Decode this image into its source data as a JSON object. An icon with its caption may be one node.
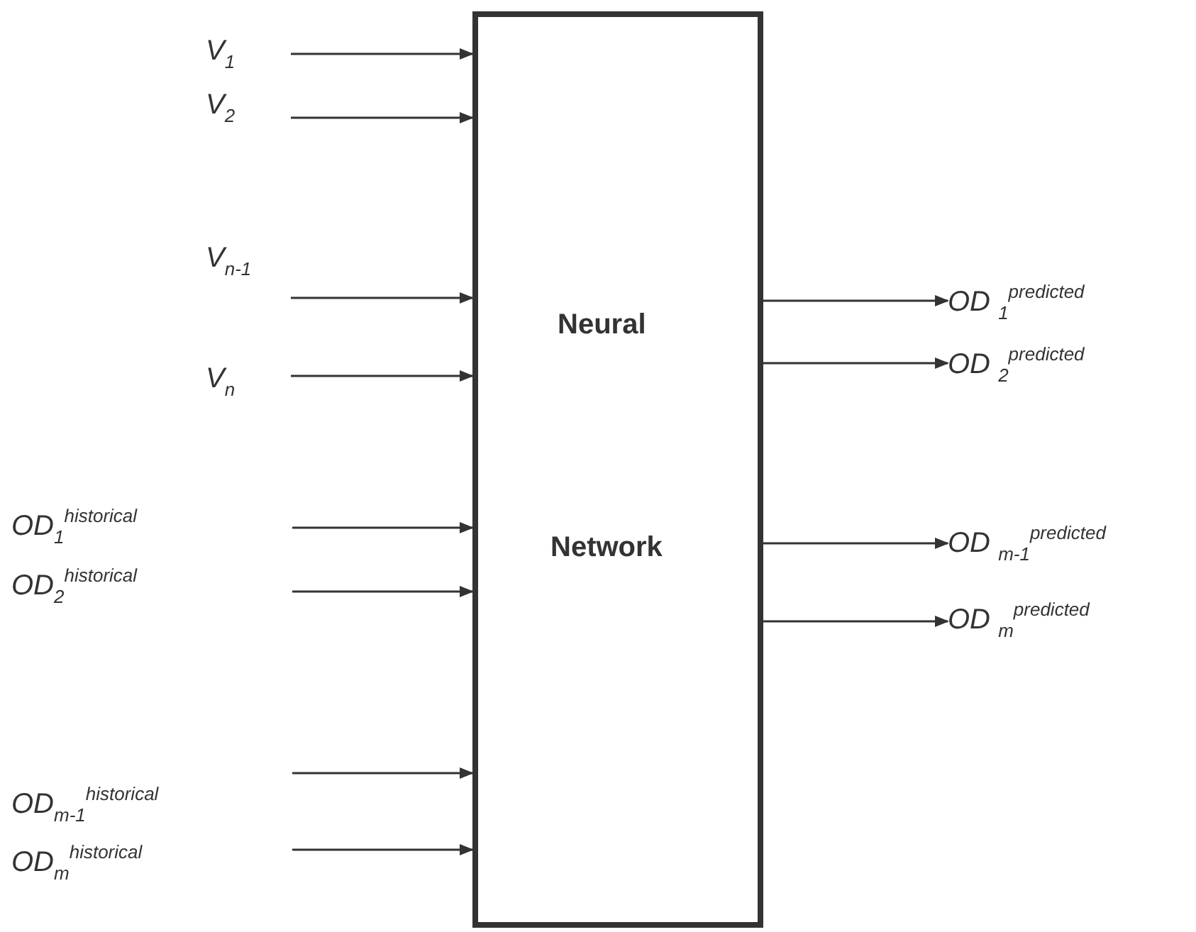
{
  "diagram": {
    "nodes": [
      {
        "text": [
          "Neural",
          "Network"
        ]
      },
      {
        "text": [
          "V$_{1}$"
        ]
      },
      {
        "text": [
          "V$_{2}$"
        ]
      },
      {
        "text": [
          "V$_{n-1}$"
        ]
      },
      {
        "text": [
          "V$_{n}$"
        ]
      },
      {
        "text": [
          "OD $_{1}$$^{predicted}$"
        ]
      },
      {
        "text": [
          "OD $_{2}$$^{predicted}$"
        ]
      },
      {
        "text": [
          "OD $_{m-1}$$^{predicted}$"
        ]
      },
      {
        "text": [
          "OD $_{m}$$^{predicted}$"
        ]
      }
    ],
    "edges": [
      {
        "from": 1,
        "to": 0,
        "arrow": "to"
      },
      {
        "from": 2,
        "to": 0,
        "arrow": "to"
      },
      {
        "from": 3,
        "to": 0,
        "arrow": "to"
      },
      {
        "from": 4,
        "to": 0,
        "arrow": "to"
      },
      {
        "from": null,
        "to": 0,
        "arrow": "to"
      },
      {
        "from": null,
        "to": 0,
        "arrow": "to"
      },
      {
        "from": null,
        "to": 0,
        "arrow": "to"
      },
      {
        "from": null,
        "to": 0,
        "arrow": "to"
      },
      {
        "from": 0,
        "to": 5,
        "arrow": "to"
      },
      {
        "from": 0,
        "to": 6,
        "arrow": "to"
      },
      {
        "from": 0,
        "to": 7,
        "arrow": "to"
      },
      {
        "from": 0,
        "to": 8,
        "arrow": "to"
      }
    ],
    "labels": [
      "OD$_{1}$$^{historical}$",
      "OD$_{2}$$^{historical}$",
      "OD$_{m-1}$$^{historical}$",
      "OD$_{m}$$^{historical}$"
    ]
  }
}
